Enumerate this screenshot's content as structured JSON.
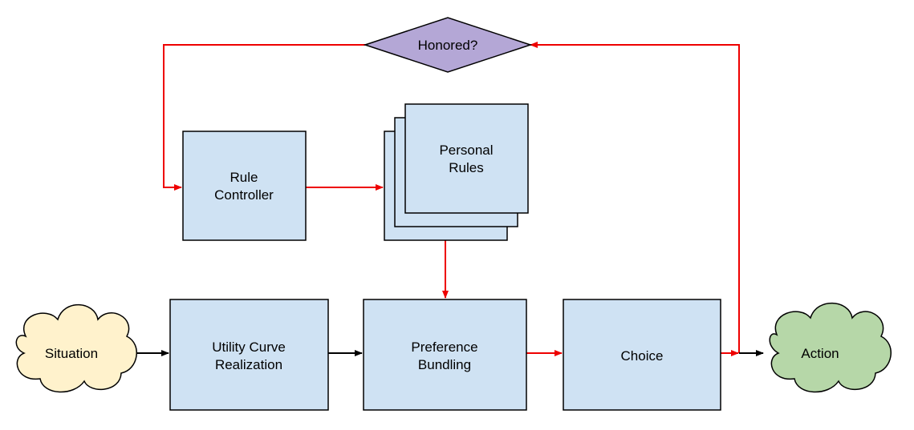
{
  "nodes": {
    "situation": {
      "label": "Situation"
    },
    "utility_curve": {
      "line1": "Utility Curve",
      "line2": "Realization"
    },
    "preference_bundling": {
      "line1": "Preference",
      "line2": "Bundling"
    },
    "choice": {
      "label": "Choice"
    },
    "action": {
      "label": "Action"
    },
    "rule_controller": {
      "line1": "Rule",
      "line2": "Controller"
    },
    "personal_rules": {
      "line1": "Personal",
      "line2": "Rules"
    },
    "honored": {
      "label": "Honored?"
    }
  },
  "colors": {
    "box_fill": "#cfe2f3",
    "cloud_situation": "#fff2cc",
    "cloud_action": "#b6d7a8",
    "diamond": "#b4a7d6",
    "feedback_arrow": "#ee0000",
    "main_arrow": "#000000"
  }
}
